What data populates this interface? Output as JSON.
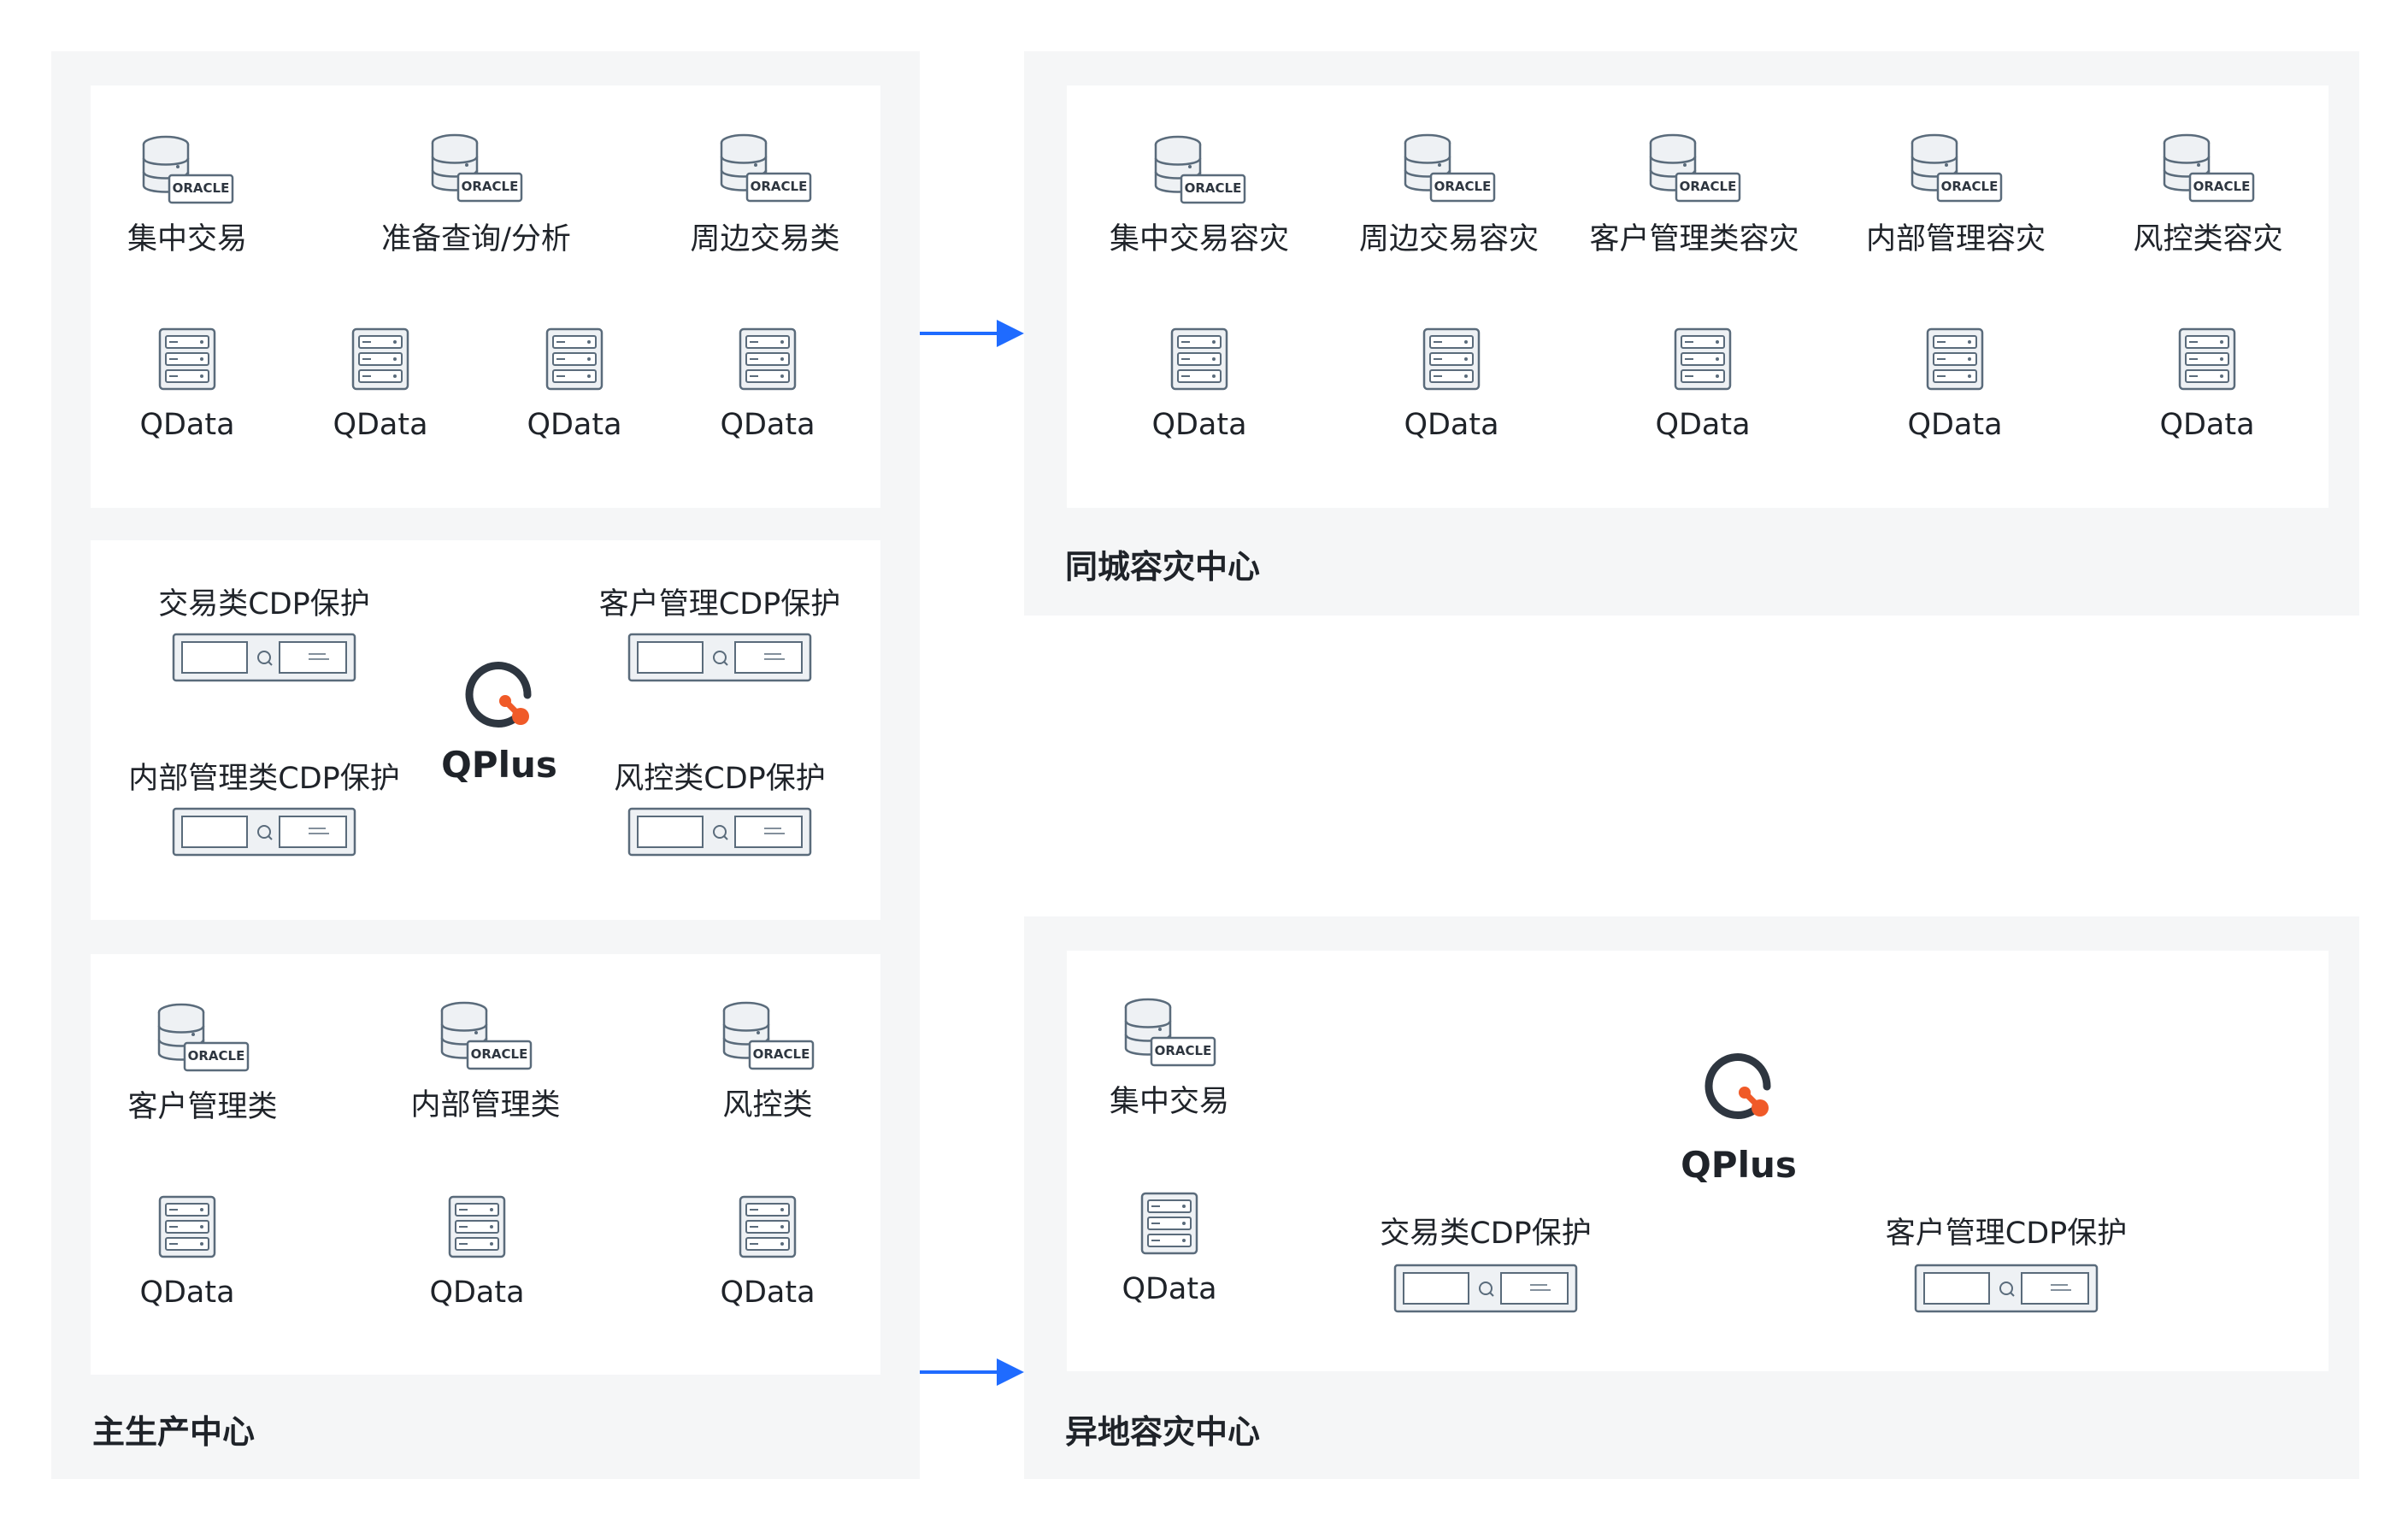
{
  "regions": {
    "main": {
      "title": "主生产中心",
      "databases": [
        "集中交易",
        "准备查询/分析",
        "周边交易类"
      ],
      "databases_lower": [
        "客户管理类",
        "内部管理类",
        "风控类"
      ],
      "qdata_label": "QData",
      "cdp": [
        "交易类CDP保护",
        "客户管理CDP保护",
        "内部管理类CDP保护",
        "风控类CDP保护"
      ],
      "qplus_label": "QPlus"
    },
    "same_city": {
      "title": "同城容灾中心",
      "databases": [
        "集中交易容灾",
        "周边交易容灾",
        "客户管理类容灾",
        "内部管理容灾",
        "风控类容灾"
      ],
      "qdata_label": "QData"
    },
    "remote": {
      "title": "异地容灾中心",
      "database": "集中交易",
      "qdata_label": "QData",
      "qplus_label": "QPlus",
      "cdp": [
        "交易类CDP保护",
        "客户管理CDP保护"
      ]
    }
  },
  "icons": {
    "database": "oracle-database-icon",
    "server": "qdata-server-icon",
    "device": "cdp-appliance-icon",
    "logo": "qplus-logo-icon"
  },
  "icon_badge_text": "ORACLE",
  "colors": {
    "region_bg": "#f5f6f7",
    "panel_bg": "#ffffff",
    "icon_stroke": "#5a6b7b",
    "arrow": "#1f6bff",
    "logo_accent": "#f05a28"
  }
}
